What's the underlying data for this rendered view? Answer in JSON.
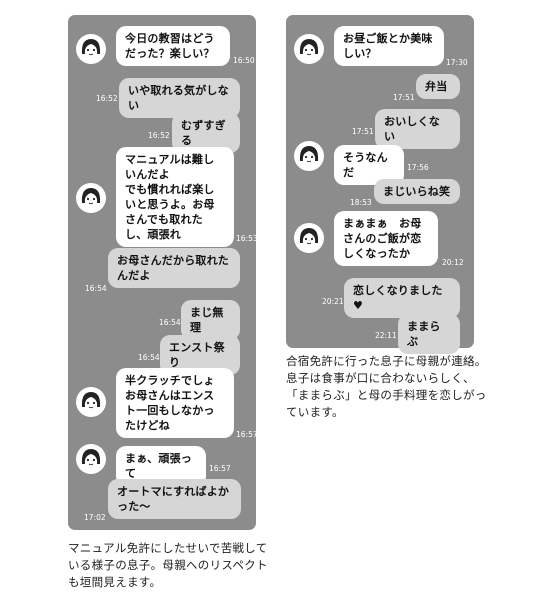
{
  "left_chat": {
    "messages": [
      {
        "from": "mother",
        "text": "今日の教習はどうだった？楽しい？",
        "time": "16:50"
      },
      {
        "from": "son",
        "text": "いや取れる気がしない",
        "time": "16:52"
      },
      {
        "from": "son",
        "text": "むずすぎる",
        "time": "16:52"
      },
      {
        "from": "mother",
        "text": "マニュアルは難しいんだよ\nでも慣れれば楽しいと思うよ。お母さんでも取れたし、頑張れ",
        "time": "16:53"
      },
      {
        "from": "son",
        "text": "お母さんだから取れたんだよ",
        "time": "16:54"
      },
      {
        "from": "son",
        "text": "まじ無理",
        "time": "16:54"
      },
      {
        "from": "son",
        "text": "エンスト祭り",
        "time": "16:54"
      },
      {
        "from": "mother",
        "text": "半クラッチでしょ\nお母さんはエンスト一回もしなかったけどね",
        "time": "16:57"
      },
      {
        "from": "mother",
        "text": "まぁ、頑張って",
        "time": "16:57"
      },
      {
        "from": "son",
        "text": "オートマにすればよかった〜",
        "time": "17:02"
      }
    ],
    "caption": "マニュアル免許にしたせいで苦戦している様子の息子。母親へのリスペクトも垣間見えます。"
  },
  "right_chat": {
    "messages": [
      {
        "from": "mother",
        "text": "お昼ご飯とか美味しい？",
        "time": "17:30"
      },
      {
        "from": "son",
        "text": "弁当",
        "time": "17:51"
      },
      {
        "from": "son",
        "text": "おいしくない",
        "time": "17:51"
      },
      {
        "from": "mother",
        "text": "そうなんだ",
        "time": "17:56"
      },
      {
        "from": "son",
        "text": "まじいらね笑",
        "time": "18:53"
      },
      {
        "from": "mother",
        "text": "まぁまぁ　お母さんのご飯が恋しくなったか",
        "time": "20:12"
      },
      {
        "from": "son",
        "text": "恋しくなりました♥",
        "time": "20:21"
      },
      {
        "from": "son",
        "text": "ままらぶ",
        "time": "22:11"
      }
    ],
    "caption": "合宿免許に行った息子に母親が連絡。息子は食事が口に合わないらしく、「ままらぶ」と母の手料理を恋しがっています。"
  },
  "colors": {
    "panel": "#8c8c8c",
    "incoming_bubble": "#ffffff",
    "outgoing_bubble": "#d6d6d6",
    "timestamp": "#ffffff"
  },
  "icons": {
    "avatar": "girl-avatar-icon"
  }
}
